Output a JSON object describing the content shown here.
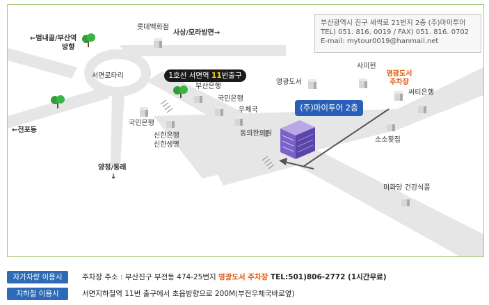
{
  "map": {
    "info": {
      "address": "부산광역시 진구 새싹로 21번지 2층 (주)마이투어",
      "phone_fax": "TEL) 051. 816. 0019 / FAX) 051. 816. 0702",
      "email": "E-mail: mytour0019@hanmail.net"
    },
    "subway_sign": {
      "prefix": "1호선 서면역 ",
      "exit_num": "11",
      "suffix": "번출구"
    },
    "destination_label": "(주)마이투어 2층",
    "rotary_label": "서면로타리",
    "labels": {
      "lotte": "롯데백화점",
      "sasang": "사상/모라방면→",
      "beomnaegol": "←범내골/부산역",
      "beomnaegol_2": "방향",
      "jeonpo": "←전포동",
      "yangjeong": "양정/동래",
      "yangjeong_arrow": "↓",
      "busan_bank": "부산은행",
      "kookmin_bank_1": "국민은행",
      "post_office": "우체국",
      "kookmin_bank_2": "국민은행",
      "shinhan_bank": "신한은행",
      "shinhan_life": "신한생명",
      "dongui": "동의한의원",
      "younggwang_book": "영광도서",
      "samihun": "사미헌",
      "parking_line1": "영광도서",
      "parking_line2": "주차장",
      "citi_bank": "씨티은행",
      "sosogot": "소소횟집",
      "mihwadang": "미화당 건강식품"
    }
  },
  "legend": [
    {
      "badge": "자가차량 이용시",
      "text_prefix": "주차장 주소 : 부산진구 부전동 474-25번지 ",
      "highlight": "영광도서 주차장",
      "text_suffix": " TEL:501)806-2772  (1시간무료)"
    },
    {
      "badge": "지하철 이용시",
      "text_prefix": "서면지하철역 11번 출구에서 초읍방향으로 200M(부전우체국바로옆)"
    }
  ],
  "colors": {
    "road": "#e6e6e6",
    "map_border": "#a8c97f",
    "destination": "#2a5fb8",
    "badge": "#2d6bb8",
    "highlight": "#e0560b",
    "tree": "#2f9e3a"
  }
}
